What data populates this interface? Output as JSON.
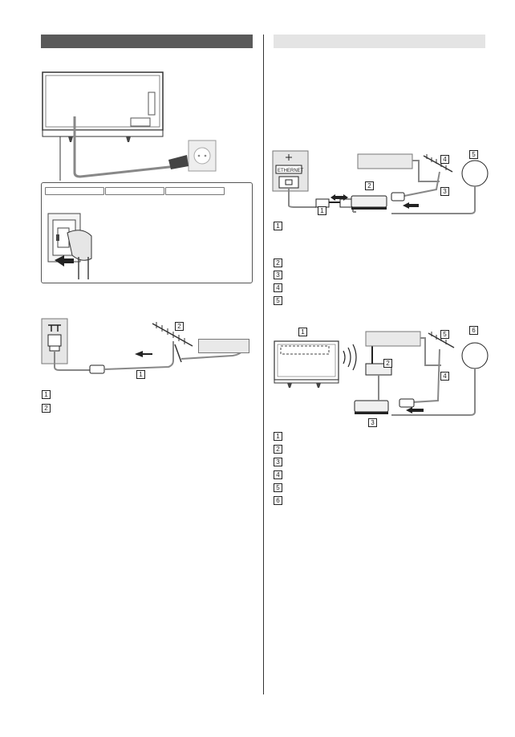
{
  "page": {
    "width": 642,
    "height": 918
  },
  "left_column": {
    "mains_box_labels": [
      "",
      "",
      ""
    ],
    "antenna_items": [
      {
        "num": "1"
      },
      {
        "num": "2"
      }
    ]
  },
  "right_column": {
    "ethernet_label": "ETHERNET",
    "wired_labels": [
      {
        "num": "1"
      },
      {
        "num": "2"
      },
      {
        "num": "3"
      },
      {
        "num": "4"
      },
      {
        "num": "5"
      }
    ],
    "wireless_labels": [
      {
        "num": "1"
      },
      {
        "num": "2"
      },
      {
        "num": "3"
      },
      {
        "num": "4"
      },
      {
        "num": "5"
      },
      {
        "num": "6"
      }
    ]
  },
  "colors": {
    "header_dark": "#5a5a5a",
    "header_light": "#e4e4e4",
    "cable": "#888888"
  }
}
